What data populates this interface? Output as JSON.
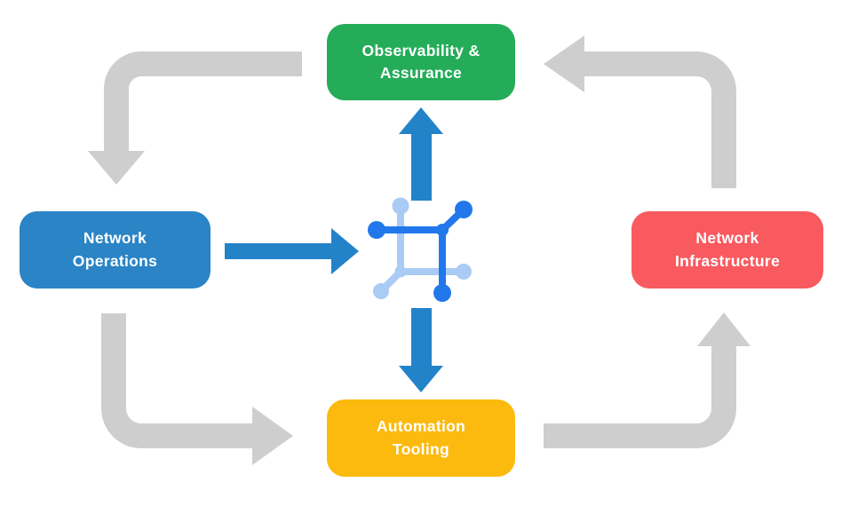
{
  "diagram": {
    "background": "#FFFFFF",
    "nodes": {
      "top": {
        "label": "Observability & Assurance",
        "lines": [
          "Observability &",
          "Assurance"
        ],
        "color": "#24AC58"
      },
      "left": {
        "label": "Network Operations",
        "lines": [
          "Network",
          "Operations"
        ],
        "color": "#2A84C6"
      },
      "right": {
        "label": "Network Infrastructure",
        "lines": [
          "Network",
          "Infrastructure"
        ],
        "color": "#F85A5F"
      },
      "bottom": {
        "label": "Automation Tooling",
        "lines": [
          "Automation",
          "Tooling"
        ],
        "color": "#FBBA0D"
      }
    },
    "center_icon": {
      "name": "network-fabric-icon",
      "dark_blue": "#2278EB",
      "light_blue": "#A9CBF4"
    },
    "arrow_colors": {
      "blue": "#2383C9",
      "gray": "#CECECE"
    },
    "flows": [
      {
        "from": "Observability & Assurance",
        "to": "Network Operations",
        "style": "gray"
      },
      {
        "from": "Network Operations",
        "to": "Automation Tooling",
        "style": "gray"
      },
      {
        "from": "Automation Tooling",
        "to": "Network Infrastructure",
        "style": "gray"
      },
      {
        "from": "Network Infrastructure",
        "to": "Observability & Assurance",
        "style": "gray"
      },
      {
        "from": "Network Operations",
        "to": "center-icon",
        "style": "blue"
      },
      {
        "from": "center-icon",
        "to": "Observability & Assurance",
        "style": "blue"
      },
      {
        "from": "center-icon",
        "to": "Automation Tooling",
        "style": "blue"
      }
    ]
  }
}
